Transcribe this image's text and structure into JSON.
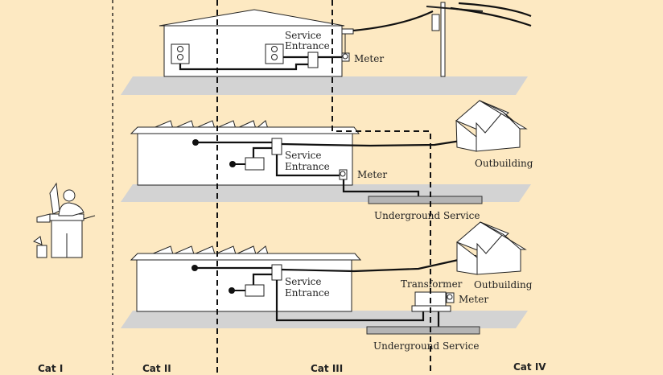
{
  "colors": {
    "background": "#fde9c2",
    "ground": "#d3d3d3",
    "underground": "#b5b5b5"
  },
  "labels": {
    "top_service_entrance": [
      "Service",
      "Entrance"
    ],
    "top_meter": "Meter",
    "mid_service_entrance": [
      "Service",
      "Entrance"
    ],
    "mid_meter": "Meter",
    "mid_outbuilding": "Outbuilding",
    "mid_underground": "Underground Service",
    "bot_service_entrance": [
      "Service",
      "Entrance"
    ],
    "bot_transformer": "Transformer",
    "bot_outbuilding": "Outbuilding",
    "bot_meter": "Meter",
    "bot_underground": "Underground Service"
  },
  "categories": [
    "Cat I",
    "Cat II",
    "Cat III",
    "Cat IV"
  ]
}
